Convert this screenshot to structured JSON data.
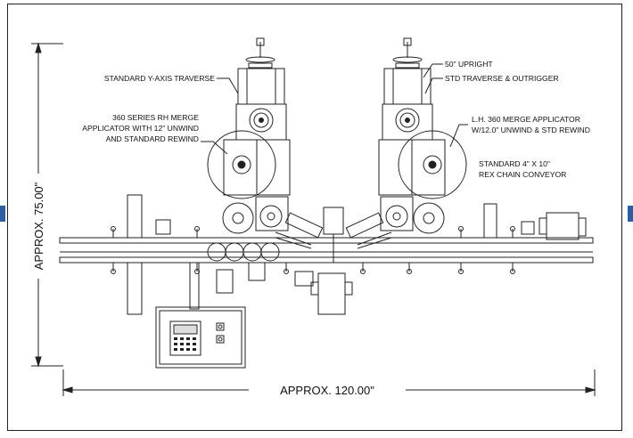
{
  "accent_color": "#2a5fa8",
  "callouts": {
    "y_axis_traverse": "STANDARD Y-AXIS TRAVERSE",
    "rh_applicator": [
      "360 SERIES  RH MERGE",
      "APPLICATOR WITH 12\" UNWIND",
      "AND STANDARD REWIND"
    ],
    "upright": "50\" UPRIGHT",
    "traverse_outrigger": "STD TRAVERSE & OUTRIGGER",
    "lh_applicator": [
      "L.H. 360 MERGE APPLICATOR",
      "W/12.0\" UNWIND & STD REWIND"
    ],
    "conveyor": [
      "STANDARD 4\" X 10\"",
      "REX CHAIN CONVEYOR"
    ]
  },
  "dimensions": {
    "height": "APPROX. 75.00\"",
    "width": "APPROX. 120.00\""
  }
}
